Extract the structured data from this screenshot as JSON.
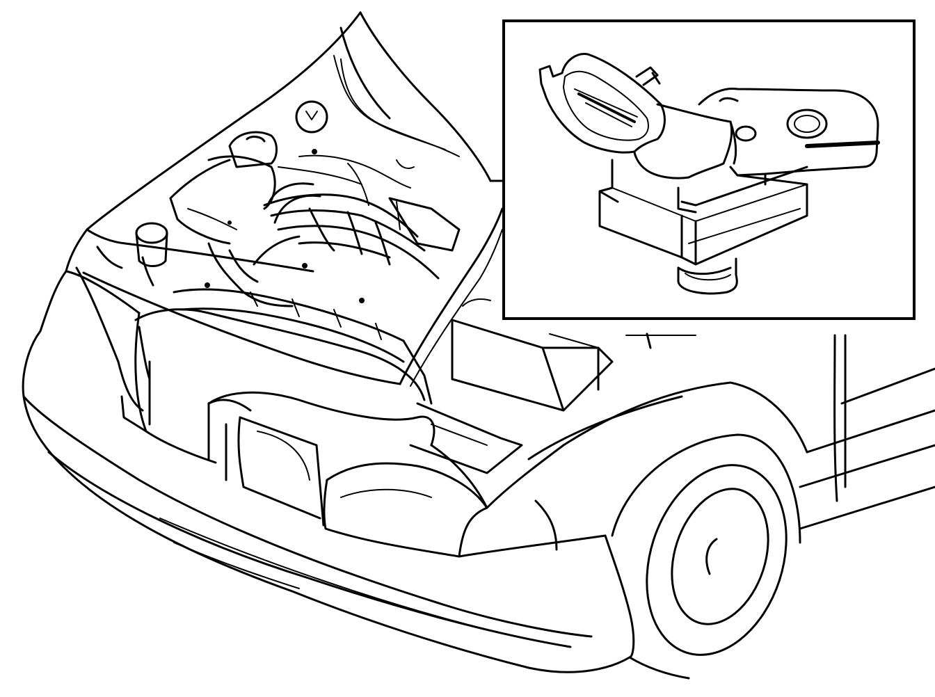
{
  "figure": {
    "subject": "car-front-engine-bay-with-sensor-inset",
    "line_color": "#000000",
    "background_color": "#ffffff",
    "inset": {
      "subject": "pressure-sensor-detail",
      "frame": "rectangle"
    }
  }
}
